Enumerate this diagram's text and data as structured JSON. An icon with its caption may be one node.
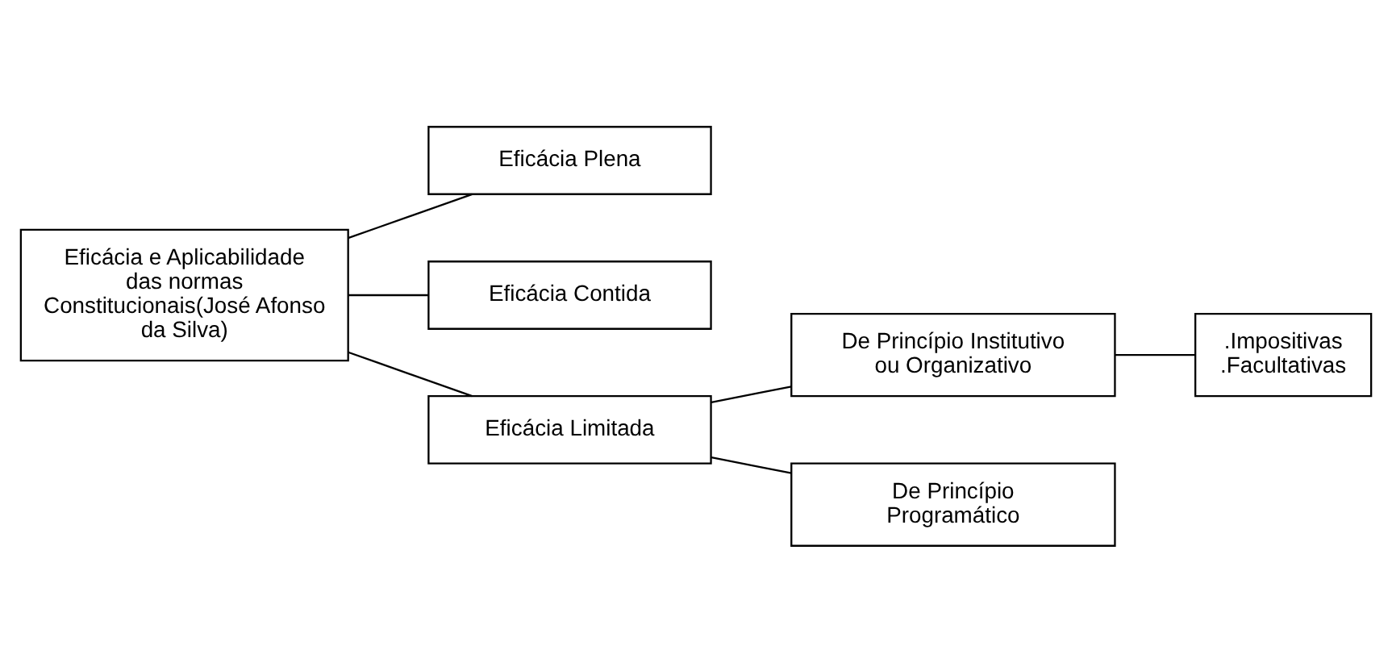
{
  "diagram": {
    "nodes": [
      {
        "text": [
          "Eficácia e Aplicabilidade das normas Constitucionais(José Afonso da Silva)"
        ]
      },
      {
        "text": [
          "Eficácia Plena"
        ]
      },
      {
        "text": [
          "Eficácia Contida"
        ]
      },
      {
        "text": [
          "Eficácia Limitada"
        ]
      },
      {
        "text": [
          "De Princípio Institutivo ou Organizativo"
        ]
      },
      {
        "text": [
          ".Impositivas",
          ".Facultativas"
        ]
      },
      {
        "text": [
          "De Princípio Programático"
        ]
      }
    ],
    "edges": [
      {
        "from": 0,
        "to": 1,
        "arrow": "none"
      },
      {
        "from": 0,
        "to": 2,
        "arrow": "none"
      },
      {
        "from": 0,
        "to": 3,
        "arrow": "none"
      },
      {
        "from": 3,
        "to": 4,
        "arrow": "none"
      },
      {
        "from": 3,
        "to": 6,
        "arrow": "none"
      },
      {
        "from": 4,
        "to": 5,
        "arrow": "none"
      }
    ]
  }
}
